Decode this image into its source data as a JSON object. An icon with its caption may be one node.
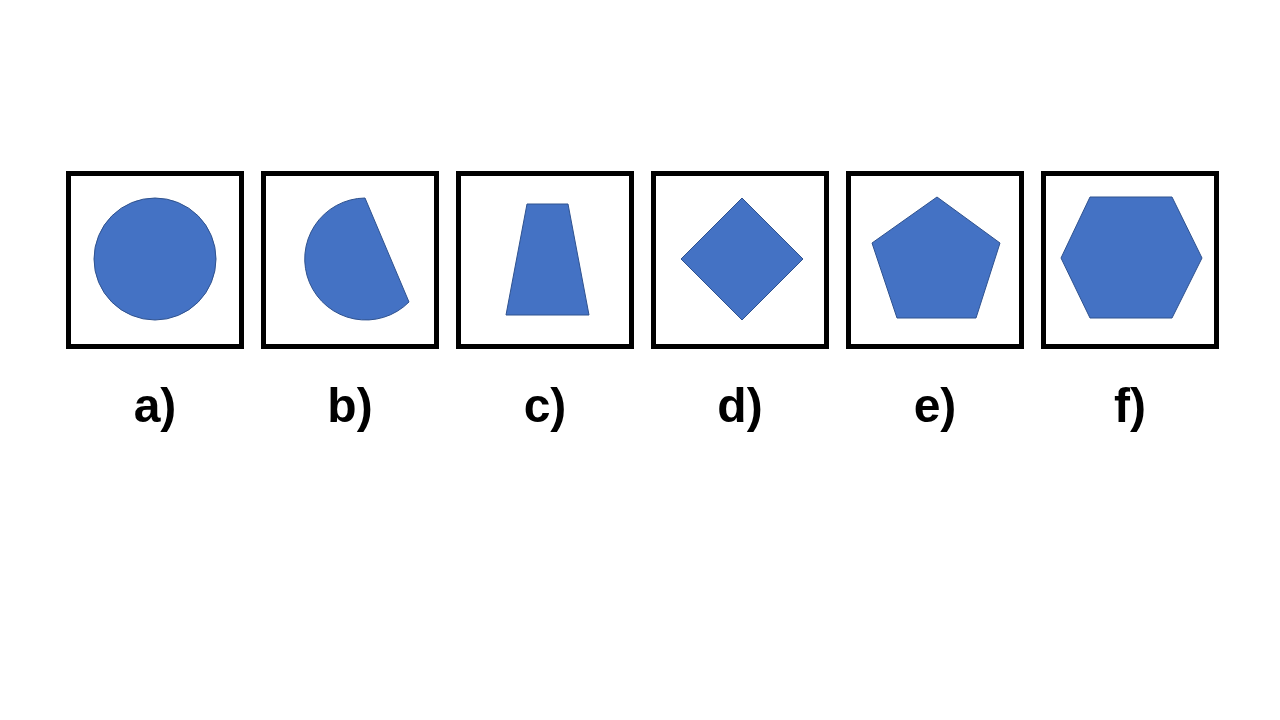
{
  "diagram": {
    "nodes": [
      {
        "text": [],
        "shape": "box",
        "beside": [
          "a)"
        ]
      },
      {
        "text": [],
        "shape": "circle",
        "in": 0
      },
      {
        "text": [],
        "shape": "box",
        "beside": [
          "b)"
        ]
      },
      {
        "text": [],
        "shape": "segment",
        "in": 2
      },
      {
        "text": [],
        "shape": "box",
        "beside": [
          "c)"
        ]
      },
      {
        "text": [],
        "shape": "trapezoid",
        "in": 4
      },
      {
        "text": [],
        "shape": "box",
        "beside": [
          "d)"
        ]
      },
      {
        "text": [],
        "shape": "diamond",
        "in": 6
      },
      {
        "text": [],
        "shape": "box",
        "beside": [
          "e)"
        ]
      },
      {
        "text": [],
        "shape": "pentagon",
        "in": 8
      },
      {
        "text": [],
        "shape": "box",
        "beside": [
          "f)"
        ]
      },
      {
        "text": [],
        "shape": "hexagon",
        "in": 10
      }
    ]
  }
}
